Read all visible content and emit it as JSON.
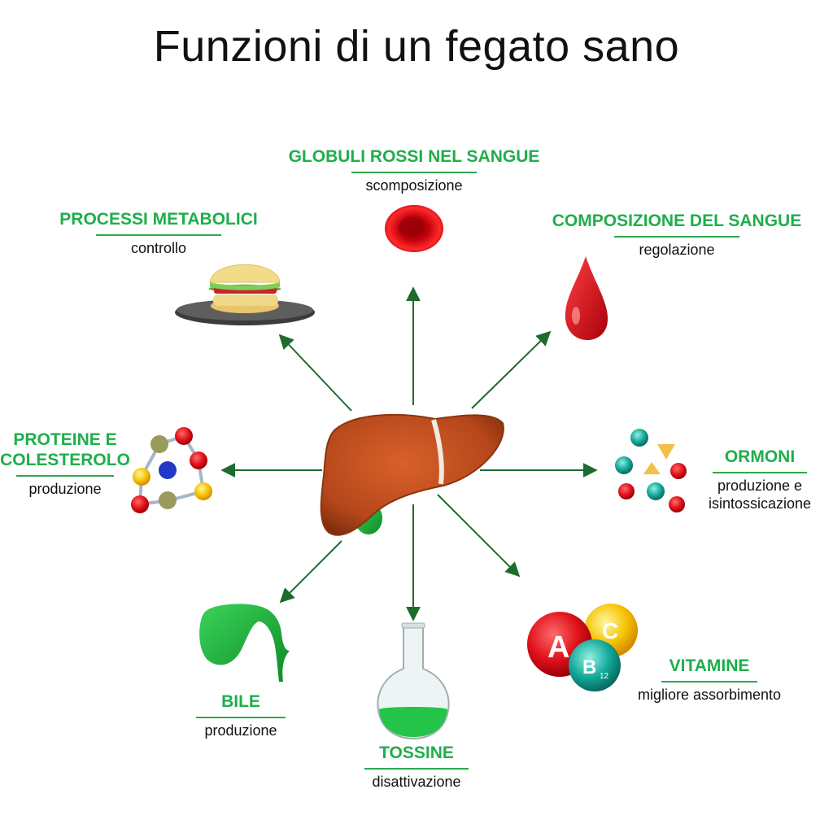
{
  "title": "Funzioni di un fegato sano",
  "colors": {
    "heading": "#1fae4b",
    "arrow": "#1e6b2e",
    "liver": "#b5471b",
    "blood": "#d60f14"
  },
  "functions": {
    "globuli": {
      "heading": "GLOBULI ROSSI NEL SANGUE",
      "sub": "scomposizione",
      "icon": "red-blood-cell-icon"
    },
    "metabolici": {
      "heading": "PROCESSI METABOLICI",
      "sub": "controllo",
      "icon": "burger-icon"
    },
    "sangue": {
      "heading": "COMPOSIZIONE DEL SANGUE",
      "sub": "regolazione",
      "icon": "blood-drop-icon"
    },
    "proteine": {
      "heading_line1": "PROTEINE E",
      "heading_line2": "COLESTEROLO",
      "sub": "produzione",
      "icon": "molecule-icon"
    },
    "ormoni": {
      "heading": "ORMONI",
      "sub_line1": "produzione e",
      "sub_line2": "isintossicazione",
      "icon": "hormone-particles-icon"
    },
    "bile": {
      "heading": "BILE",
      "sub": "produzione",
      "icon": "gallbladder-icon"
    },
    "tossine": {
      "heading": "TOSSINE",
      "sub": "disattivazione",
      "icon": "flask-icon"
    },
    "vitamine": {
      "heading": "VITAMINE",
      "sub": "migliore assorbimento",
      "icon": "vitamin-spheres-icon"
    }
  },
  "vitamin_letters": {
    "a": "A",
    "c": "C",
    "b": "B",
    "b_sub": "12"
  },
  "center_icon": "liver-icon"
}
